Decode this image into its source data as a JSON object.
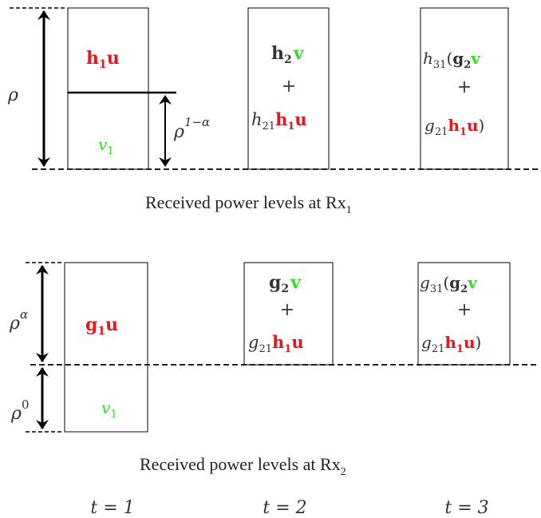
{
  "colors": {
    "red": "#e8141e",
    "green": "#33dd22",
    "dark": "#333333",
    "line": "#000000"
  },
  "rx1": {
    "caption": "Received power levels at Rx",
    "caption_sub": "1",
    "rho_label": "ρ",
    "rho_partial_label": "ρ",
    "rho_partial_exp": "1−α",
    "slot1": {
      "upper_main": "h",
      "upper_sub": "1",
      "upper_tail": "u",
      "lower_main": "v",
      "lower_sub": "1"
    },
    "slot2": {
      "line1_a": "h",
      "line1_a_sub": "2",
      "line1_b": "v",
      "line2": "+",
      "line3_coef": "h",
      "line3_coef_sub": "21",
      "line3_a": "h",
      "line3_a_sub": "1",
      "line3_b": "u"
    },
    "slot3": {
      "line1_coef": "h",
      "line1_coef_sub": "31",
      "line1_open": "(",
      "line1_a": "g",
      "line1_a_sub": "2",
      "line1_b": "v",
      "line2": "+",
      "line3_coef": "g",
      "line3_coef_sub": "21",
      "line3_a": "h",
      "line3_a_sub": "1",
      "line3_b": "u",
      "line3_close": ")"
    }
  },
  "rx2": {
    "caption": "Received power levels at Rx",
    "caption_sub": "2",
    "rho_alpha_label": "ρ",
    "rho_alpha_exp": "α",
    "rho_zero_label": "ρ",
    "rho_zero_exp": "0",
    "slot1": {
      "upper_main": "g",
      "upper_sub": "1",
      "upper_tail": "u",
      "lower_main": "v",
      "lower_sub": "1"
    },
    "slot2": {
      "line1_a": "g",
      "line1_a_sub": "2",
      "line1_b": "v",
      "line2": "+",
      "line3_coef": "g",
      "line3_coef_sub": "21",
      "line3_a": "h",
      "line3_a_sub": "1",
      "line3_b": "u"
    },
    "slot3": {
      "line1_coef": "g",
      "line1_coef_sub": "31",
      "line1_open": "(",
      "line1_a": "g",
      "line1_a_sub": "2",
      "line1_b": "v",
      "line2": "+",
      "line3_coef": "g",
      "line3_coef_sub": "21",
      "line3_a": "h",
      "line3_a_sub": "1",
      "line3_b": "u",
      "line3_close": ")"
    }
  },
  "time_labels": [
    "t = 1",
    "t = 2",
    "t = 3"
  ]
}
